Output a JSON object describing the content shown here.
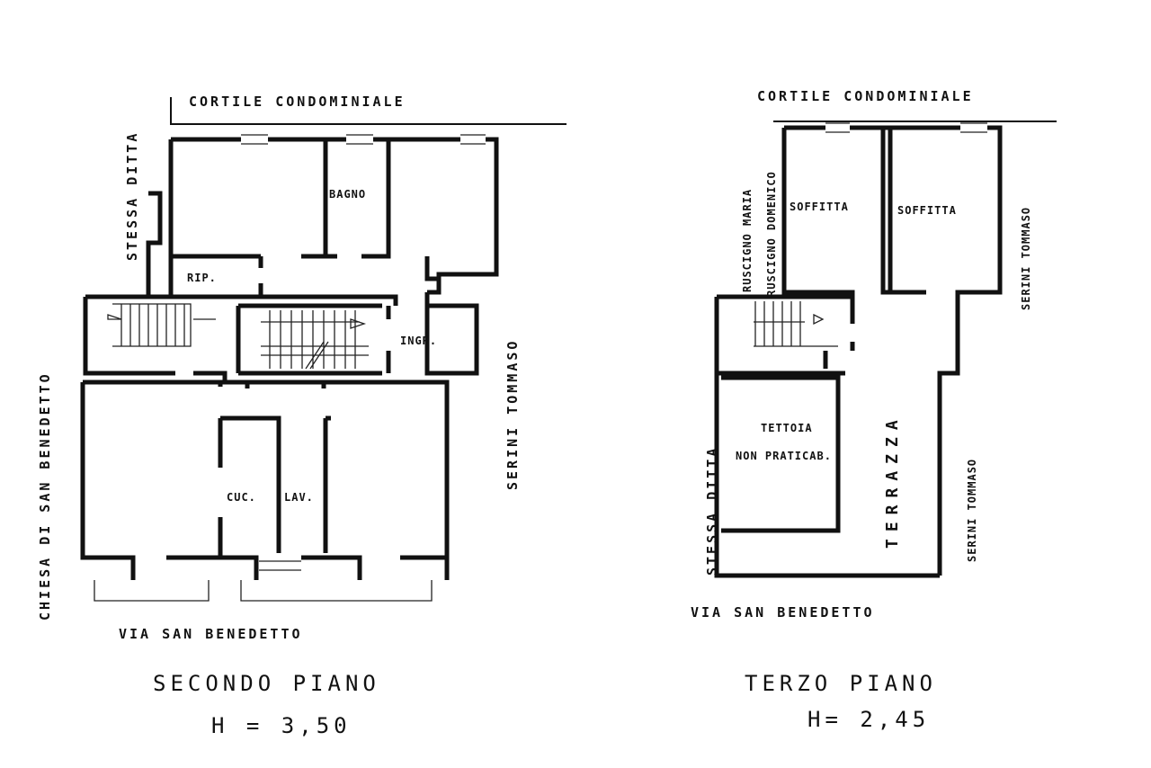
{
  "second_floor": {
    "title": "SECONDO PIANO",
    "height": "H = 3,50",
    "north": "CORTILE CONDOMINIALE",
    "south": "VIA SAN BENEDETTO",
    "west": "CHIESA DI SAN BENEDETTO",
    "northwest": "STESSA DITTA",
    "east": "SERINI TOMMASO",
    "rooms": {
      "bath": "BAGNO",
      "storage": "RIP.",
      "entrance": "INGR.",
      "kitchen": "CUC.",
      "laundry": "LAV."
    }
  },
  "third_floor": {
    "title": "TERZO PIANO",
    "height": "H= 2,45",
    "north": "CORTILE CONDOMINIALE",
    "south": "VIA SAN BENEDETTO",
    "west_1": "RUSCIGNO MARIA",
    "west_2": "RUSCIGNO DOMENICO",
    "west_3": "STESSA DITTA",
    "east_1": "SERINI TOMMASO",
    "east_2": "SERINI TOMMASO",
    "rooms": {
      "attic_1": "SOFFITTA",
      "attic_2": "SOFFITTA",
      "canopy": "TETTOIA",
      "canopy_note": "NON PRATICAB.",
      "terrace": "TERRAZZA"
    }
  }
}
